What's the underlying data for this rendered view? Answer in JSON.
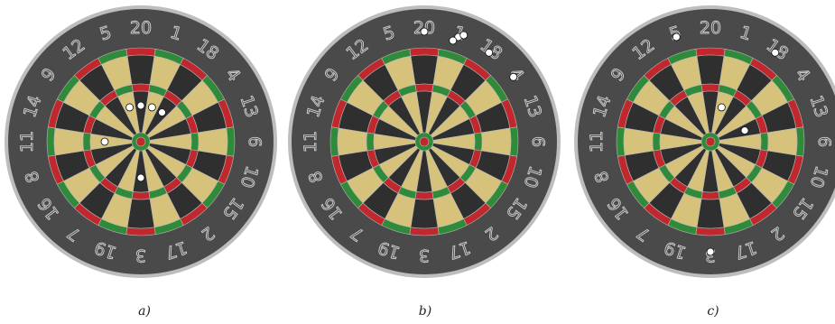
{
  "board": {
    "sequence": [
      20,
      1,
      18,
      4,
      13,
      6,
      10,
      15,
      2,
      17,
      3,
      19,
      7,
      16,
      8,
      11,
      14,
      9,
      12,
      5
    ],
    "colors": {
      "background": "#ffffff",
      "surround": "#4a4a4a",
      "rim": "#bdbdbd",
      "black_segment": "#2f2f2f",
      "cream_segment": "#d6c27a",
      "red_ring": "#c0282d",
      "green_ring": "#2f8a3a",
      "wire": "#b7b7b7",
      "number_outline": "#cfcfcf",
      "dart": "#ffffff"
    }
  },
  "panels": [
    {
      "label": "a)",
      "darts": [
        {
          "segment": 20,
          "region": "single-inner"
        },
        {
          "segment": 1,
          "region": "single-inner"
        },
        {
          "segment": 5,
          "region": "single-inner"
        },
        {
          "segment": 18,
          "region": "single-inner"
        },
        {
          "segment": 11,
          "region": "single-inner"
        },
        {
          "segment": 3,
          "region": "single-inner"
        }
      ]
    },
    {
      "label": "b)",
      "darts": [
        {
          "segment": 1,
          "region": "surround"
        },
        {
          "segment": 1,
          "region": "surround"
        },
        {
          "segment": 1,
          "region": "surround"
        },
        {
          "segment": 18,
          "region": "surround"
        },
        {
          "segment": 4,
          "region": "surround"
        },
        {
          "segment": 20,
          "region": "surround"
        }
      ]
    },
    {
      "label": "c)",
      "darts": [
        {
          "segment": 5,
          "region": "surround"
        },
        {
          "segment": 1,
          "region": "single-inner"
        },
        {
          "segment": 18,
          "region": "surround"
        },
        {
          "segment": 13,
          "region": "single-inner"
        },
        {
          "segment": 3,
          "region": "surround"
        }
      ]
    }
  ]
}
